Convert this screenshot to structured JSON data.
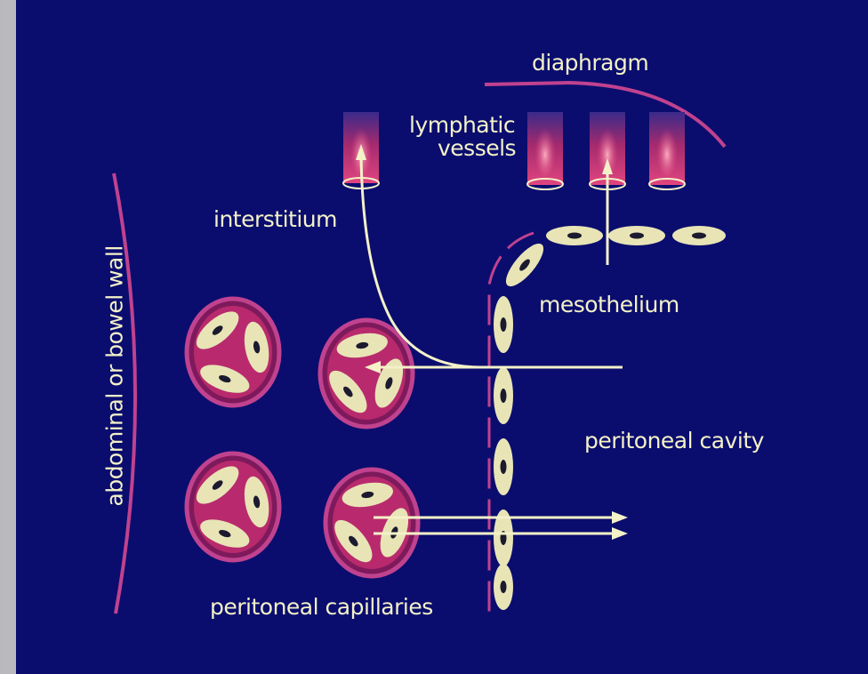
{
  "labels": {
    "diaphragm": "diaphragm",
    "lymphatic_vessels_line1": "lymphatic",
    "lymphatic_vessels_line2": "vessels",
    "interstitium": "interstitium",
    "mesothelium": "mesothelium",
    "peritoneal_cavity": "peritoneal cavity",
    "peritoneal_capillaries": "peritoneal capillaries",
    "abdominal_wall": "abdominal or bowel wall"
  },
  "colors": {
    "background": "#0a0d6e",
    "frame": "#cfcfd3",
    "cell_fill": "#e8e4b6",
    "capillary_wall": "#8b1c62",
    "capillary_lumen": "#b82a6d",
    "membrane_pink": "#c0428f",
    "arrow": "#f4f1c8",
    "text": "#f4f1c8"
  }
}
